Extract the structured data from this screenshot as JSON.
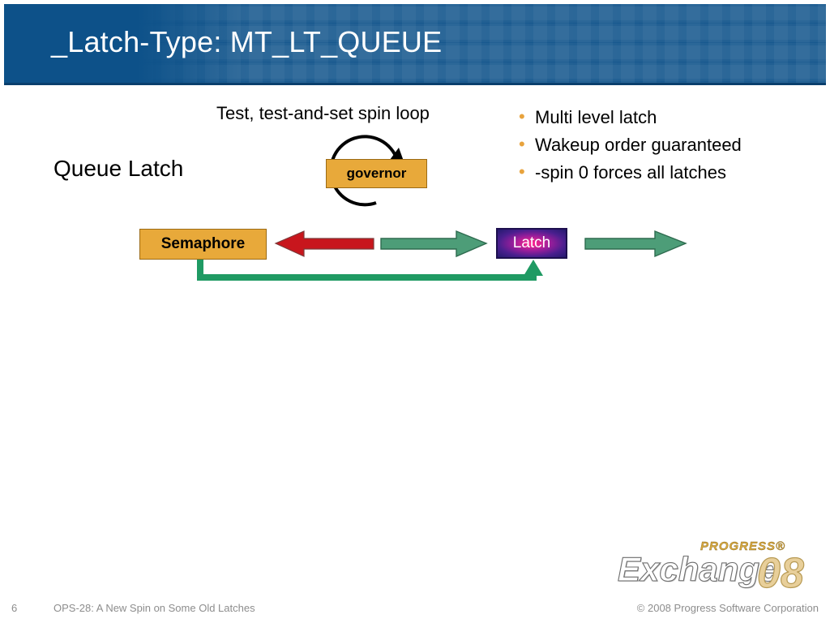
{
  "slide": {
    "title": "_Latch-Type: MT_LT_QUEUE",
    "title_bg": "#0d5189"
  },
  "diagram": {
    "spin_loop_caption": "Test, test-and-set spin loop",
    "queue_latch_label": "Queue Latch",
    "governor_label": "governor",
    "semaphore_label": "Semaphore",
    "latch_label": "Latch",
    "colors": {
      "box_fill": "#e8a93a",
      "box_border": "#9b6a14",
      "red_arrow": "#c8161d",
      "green_arrow": "#4d9d78",
      "green_arrow_border": "#2e6b4f",
      "latch_center": "#ff2a9a",
      "latch_edge": "#241a6e"
    }
  },
  "bullets": {
    "marker": "•",
    "items": [
      "Multi level latch",
      "Wakeup order guaranteed",
      "-spin 0 forces all latches"
    ]
  },
  "footer": {
    "page_number": "6",
    "session_title": "OPS-28: A New Spin on Some Old Latches",
    "copyright": "© 2008 Progress Software Corporation"
  },
  "logo": {
    "progress": "PROGRESS®",
    "exchange": "Exchange",
    "year": "08"
  }
}
